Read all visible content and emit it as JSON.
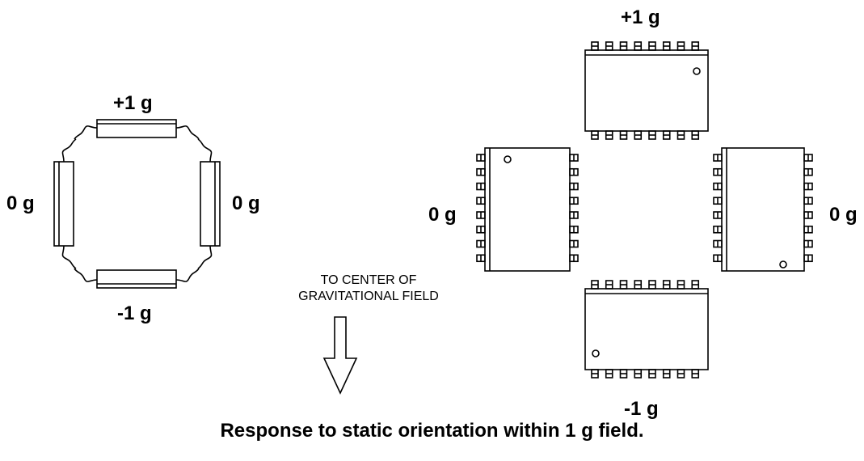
{
  "left_view": {
    "top_label": "+1 g",
    "left_label": "0 g",
    "right_label": "0 g",
    "bottom_label": "-1 g"
  },
  "gravity_note": {
    "line1": "TO CENTER OF",
    "line2": "GRAVITATIONAL FIELD"
  },
  "right_view": {
    "top_label": "+1 g",
    "left_label": "0 g",
    "right_label": "0 g",
    "bottom_label": "-1 g"
  },
  "caption": "Response to static orientation within 1 g field."
}
